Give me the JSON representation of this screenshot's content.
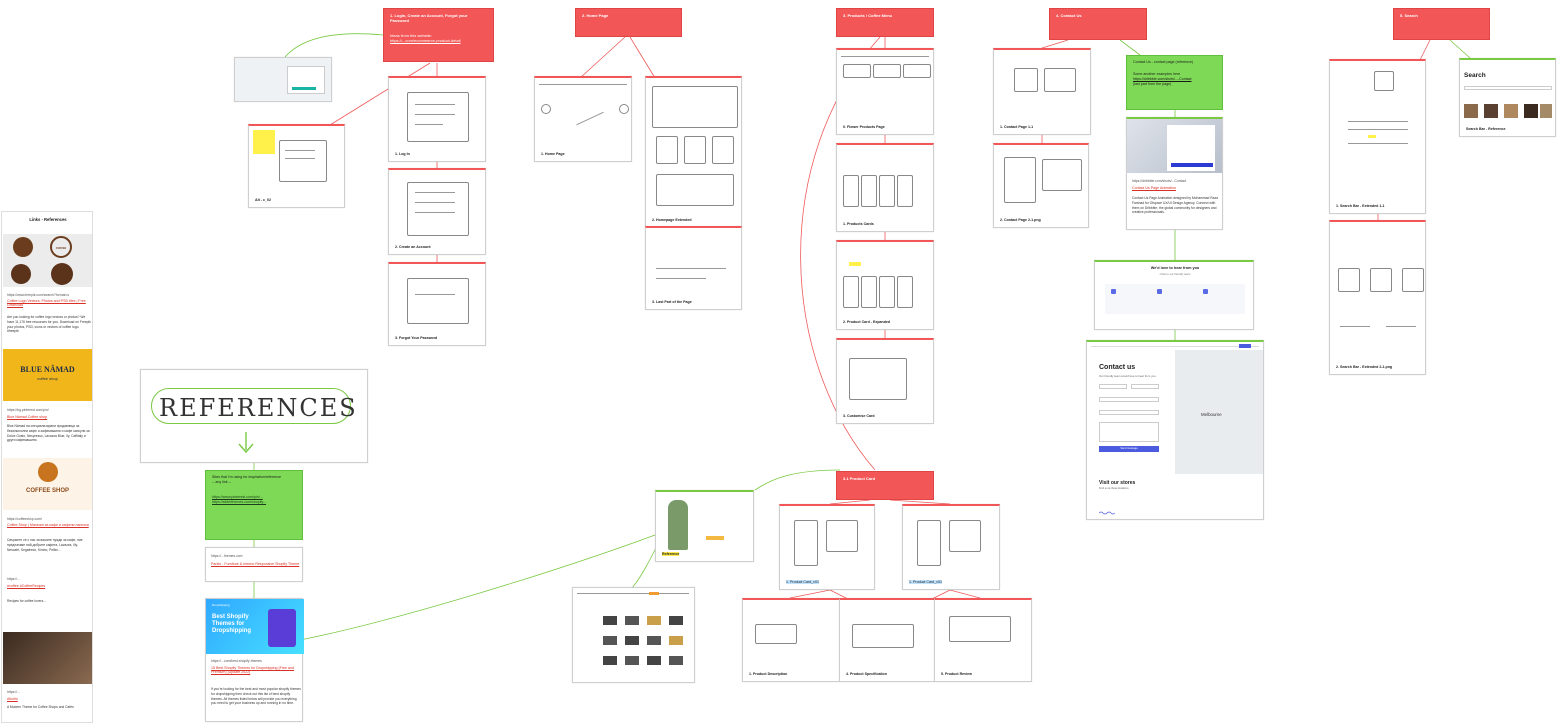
{
  "sidebar": {
    "title": "Links - References",
    "items": [
      {
        "url": "https://www.freepik.com/search?format=s",
        "title": "Coffee Logo Vectors, Photos and PSD files | Free Download",
        "desc": "Are you looking for coffee logo vectors or photos? We have 11,176 free resources for you. Download on Freepik your photos, PSD, icons or vectors of coffee logo. #freepik",
        "img_label": "COFFEE SHOP"
      },
      {
        "url": "https://bg.pinterest.com/pin/",
        "title": "Blue Nâmad Coffee shop",
        "desc": "Blue Nâmad на специализирани продавници за безалкохолни кафе и кафемашини и кафе капсули за Dolce Gusto, Nespresso, Lavazza Blue, Ily, Caffitaly и други кафемашини.",
        "img_title": "BLUE NÂMAD",
        "img_sub": "coffee shop"
      },
      {
        "url": "https://coffeeshop.com/",
        "title": "Coffee Shop | Магазин за кафе и кафени напитки",
        "desc": "Свържете се с нас за вашите нужди за кафе, ние предлагаме най-добрите кафета, Lavazza, Illy, Nescafé, Segafredo, Kimbo, Pellini…",
        "img_title": "COFFEE SHOP"
      },
      {
        "url": "https://...",
        "title": "#coffee #CoffeeRecipes",
        "desc": "Recipes for coffee lovers…"
      },
      {
        "url": "https://...",
        "title": "Alkofin",
        "desc": "A Modern Theme for Coffee Shops and Cafés"
      }
    ]
  },
  "references_label": "REFERENCES",
  "refs_green": {
    "text": "Sites that I'm using for inspiration/reference",
    "sub": "-- any link --",
    "links": "https://www.pinterest.com/pin/...  https://sliderthemes.com/shopify..."
  },
  "refs_link2": {
    "url": "https://...themes.com",
    "title": "Parkin - Furniture & Interior Responsive Shopify Theme"
  },
  "refs_shopify": {
    "banner_title": "Best Shopify Themes for Dropshipping",
    "banner_tag": "Dropshipping",
    "url": "https://...com/best-shopify-themes",
    "title": "15 Best Shopify Themes for Dropshipping (Free and Premium) [Update 2022]",
    "desc": "If you're looking for the best and most popular shopify themes for dropshipping then check out this list of best shopify themes. All themes listed below will provide you everything you need to get your business up and running in no time."
  },
  "login_header": {
    "title": "1. Login, Create an Account, Forgot your Password",
    "sub": "Ideas from this website:",
    "link": "https://...com/ecommerce-product-detail"
  },
  "login_cards": [
    {
      "caption": "Alt - c_02"
    },
    {
      "caption": "1. Log In"
    },
    {
      "caption": "2. Create an Account"
    },
    {
      "caption": "3. Forgot Your Password"
    }
  ],
  "home_header": {
    "title": "2. Home Page"
  },
  "home_cards": [
    {
      "caption": "1. Home Page"
    },
    {
      "caption": "2. Homepage Extended"
    },
    {
      "caption": "3. Last Part of the Page"
    }
  ],
  "products_header": {
    "title": "3. Products / Coffee Menu"
  },
  "products_cards": [
    {
      "caption": "0. Flower Products Page"
    },
    {
      "caption": "1. Products Cards"
    },
    {
      "caption": "2. Product Card - Expanded"
    },
    {
      "caption": "3. Customise Card"
    }
  ],
  "product_card_header": {
    "title": "3.1 Product Card"
  },
  "product_card_cards": [
    {
      "caption": "Reference"
    },
    {
      "caption": "1. Product Card_v01"
    },
    {
      "caption": "1. Product Card_v01"
    },
    {
      "caption": "1. Product Description"
    },
    {
      "caption": "4. Product Specification"
    },
    {
      "caption": "5. Product Review"
    }
  ],
  "contact_header": {
    "title": "4. Contact Us"
  },
  "contact_cards": [
    {
      "caption": "1. Contact Page 1-1"
    },
    {
      "caption": "2. Contact Page 2-1.png"
    }
  ],
  "contact_green": {
    "title": "Contact Us - contact page (reference)",
    "text": "Some another examples here",
    "link": "https://dribbble.com/shots/...-Contact",
    "sub": "(last part from the page)"
  },
  "contact_ref": {
    "url": "https://dribbble.com/shots/...Contact",
    "title": "Contact Us Page Animation",
    "desc": "Contact Us Page Animation designed by Mohammad Raza Farshad for Ofspace UX/UI Design Agency. Connect with them on Dribbble; the global community for designers and creative professionals."
  },
  "contact_wide": {
    "title": "We'd love to hear from you",
    "sub": "Chat to our friendly team"
  },
  "contact_big": {
    "title": "Contact us",
    "sub": "Our friendly team would love to hear from you.",
    "map_label": "Melbourne",
    "button": "Send message",
    "stores_title": "Visit our stores",
    "stores_sub": "Find us at these locations."
  },
  "search_header": {
    "title": "5. Search"
  },
  "search_cards": [
    {
      "caption": "1. Search Bar - Extended 1-1"
    },
    {
      "caption": "2. Search Bar - Extended 2-1.png"
    },
    {
      "caption": "Search Bar - Reference",
      "heading": "Search"
    }
  ],
  "colors": {
    "red": "#f25656",
    "green": "#7ed957",
    "connector_red": "#f05a5a",
    "connector_green": "#7ac943"
  }
}
